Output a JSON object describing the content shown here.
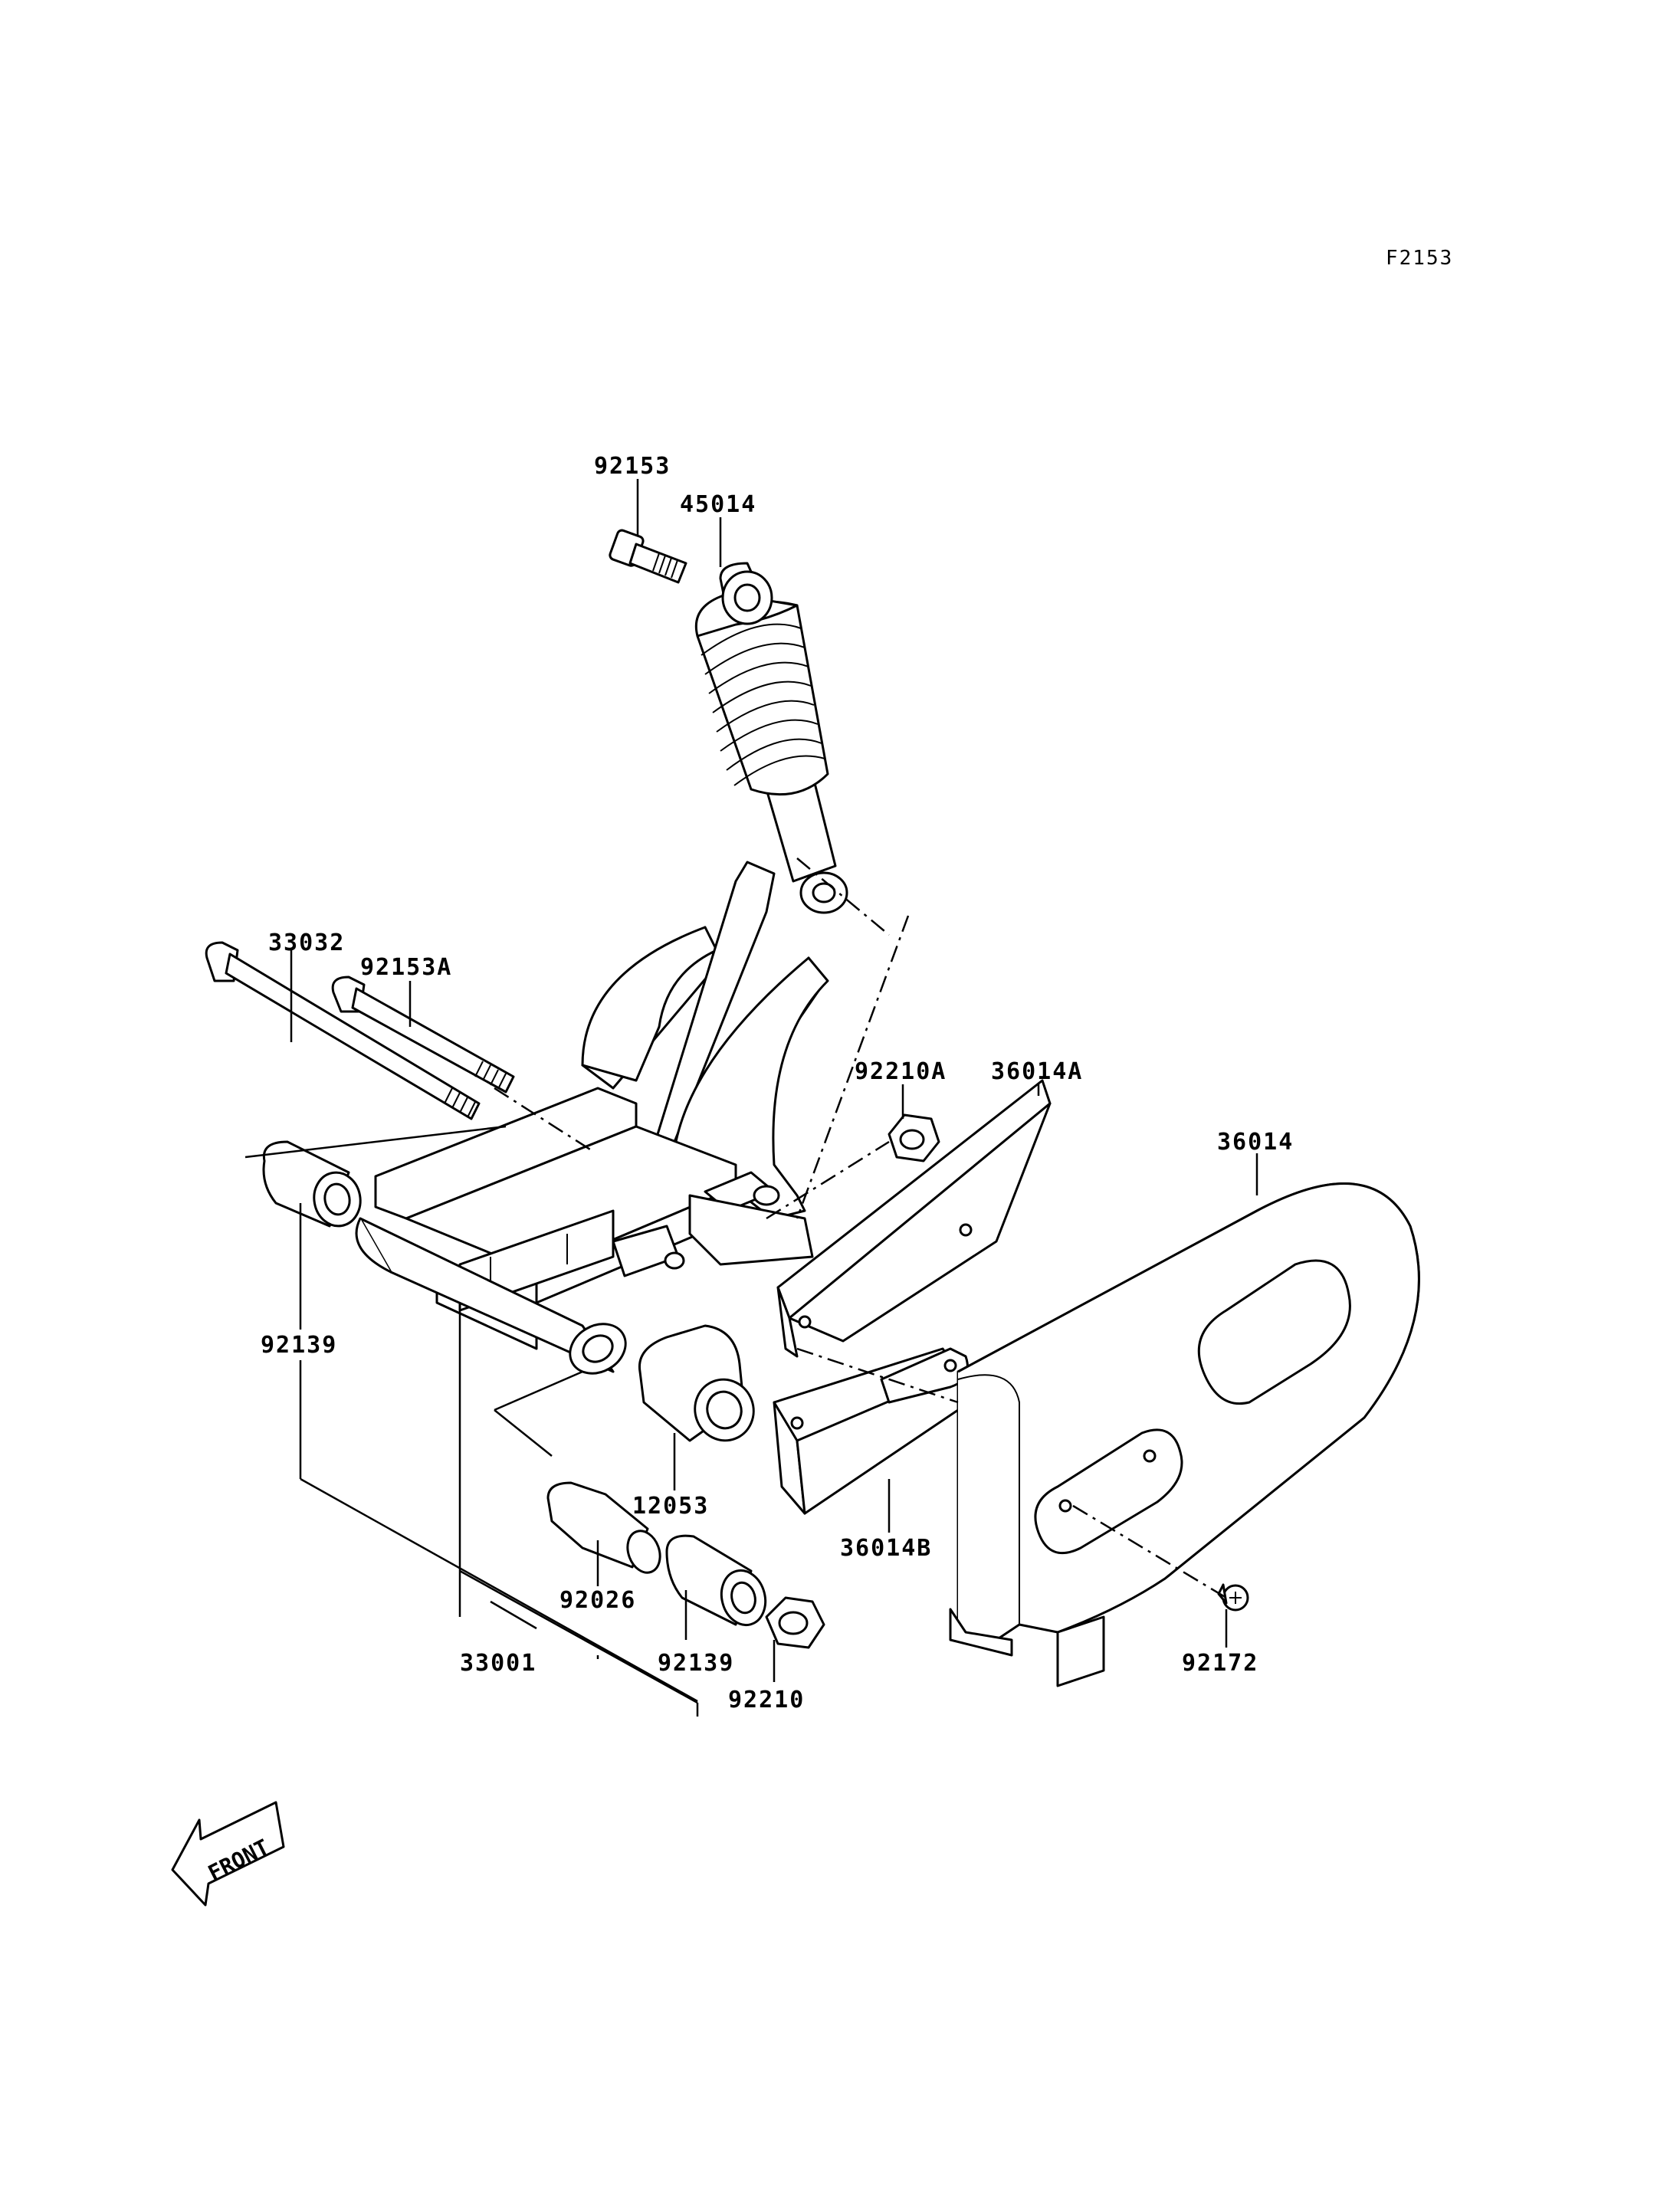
{
  "diagram": {
    "code": "F2153",
    "front_label": "FRONT",
    "parts": {
      "p92153": "92153",
      "p45014": "45014",
      "p33032": "33032",
      "p92153A": "92153A",
      "p92210A": "92210A",
      "p36014A": "36014A",
      "p36014": "36014",
      "p92139_left": "92139",
      "p12053": "12053",
      "p36014B": "36014B",
      "p92026": "92026",
      "p33001": "33001",
      "p92139_bottom": "92139",
      "p92210": "92210",
      "p92172": "92172"
    }
  }
}
